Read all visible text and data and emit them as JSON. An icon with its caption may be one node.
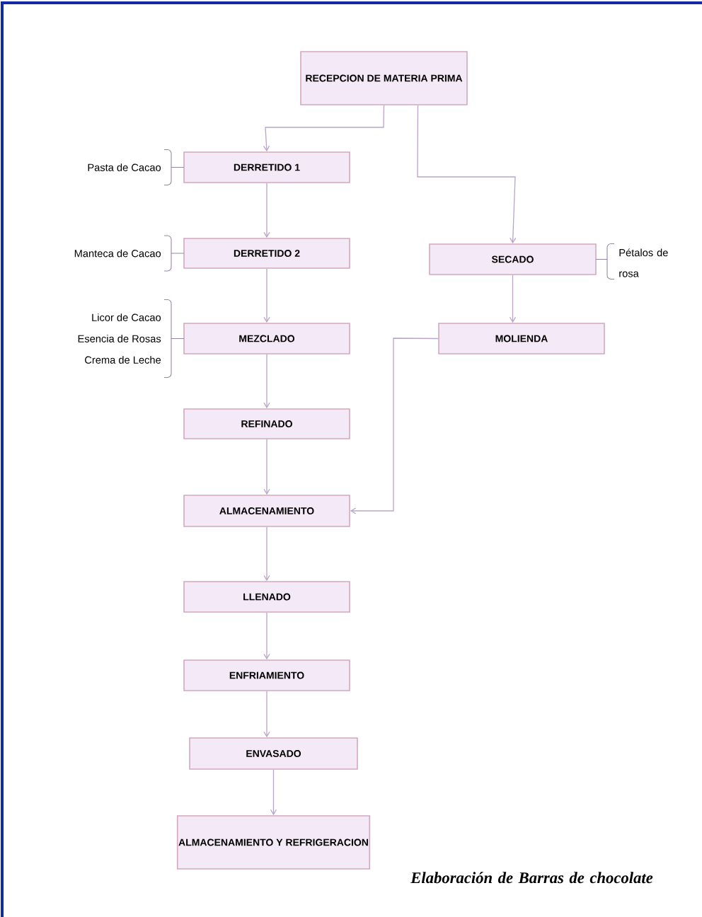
{
  "diagram": {
    "caption": "Elaboración de Barras de chocolate",
    "nodes": [
      {
        "text": [
          "RECEPCION DE MATERIA PRIMA"
        ]
      },
      {
        "text": [
          "DERRETIDO 1"
        ],
        "beside": [
          "Pasta de Cacao"
        ]
      },
      {
        "text": [
          "DERRETIDO 2"
        ],
        "beside": [
          "Manteca de Cacao"
        ]
      },
      {
        "text": [
          "SECADO"
        ],
        "beside": [
          "Pétalos de rosa"
        ]
      },
      {
        "text": [
          "MEZCLADO"
        ],
        "beside": [
          "Licor de Cacao",
          "Esencia de Rosas",
          "Crema de Leche"
        ]
      },
      {
        "text": [
          "MOLIENDA"
        ]
      },
      {
        "text": [
          "REFINADO"
        ]
      },
      {
        "text": [
          "ALMACENAMIENTO"
        ]
      },
      {
        "text": [
          "LLENADO"
        ]
      },
      {
        "text": [
          "ENFRIAMIENTO"
        ]
      },
      {
        "text": [
          "ENVASADO"
        ]
      },
      {
        "text": [
          "ALMACENAMIENTO Y REFRIGERACION"
        ]
      }
    ],
    "edges": [
      {
        "from": 0,
        "to": 1,
        "arrow": "to"
      },
      {
        "from": 0,
        "to": 3,
        "arrow": "to"
      },
      {
        "from": 1,
        "to": 2,
        "arrow": "to"
      },
      {
        "from": 2,
        "to": 4,
        "arrow": "to"
      },
      {
        "from": 3,
        "to": 5,
        "arrow": "to"
      },
      {
        "from": 4,
        "to": 6,
        "arrow": "to"
      },
      {
        "from": 6,
        "to": 7,
        "arrow": "to"
      },
      {
        "from": 5,
        "to": 7,
        "arrow": "to"
      },
      {
        "from": 7,
        "to": 8,
        "arrow": "to"
      },
      {
        "from": 8,
        "to": 9,
        "arrow": "to"
      },
      {
        "from": 9,
        "to": 10,
        "arrow": "to"
      },
      {
        "from": 10,
        "to": 11,
        "arrow": "to"
      }
    ]
  }
}
